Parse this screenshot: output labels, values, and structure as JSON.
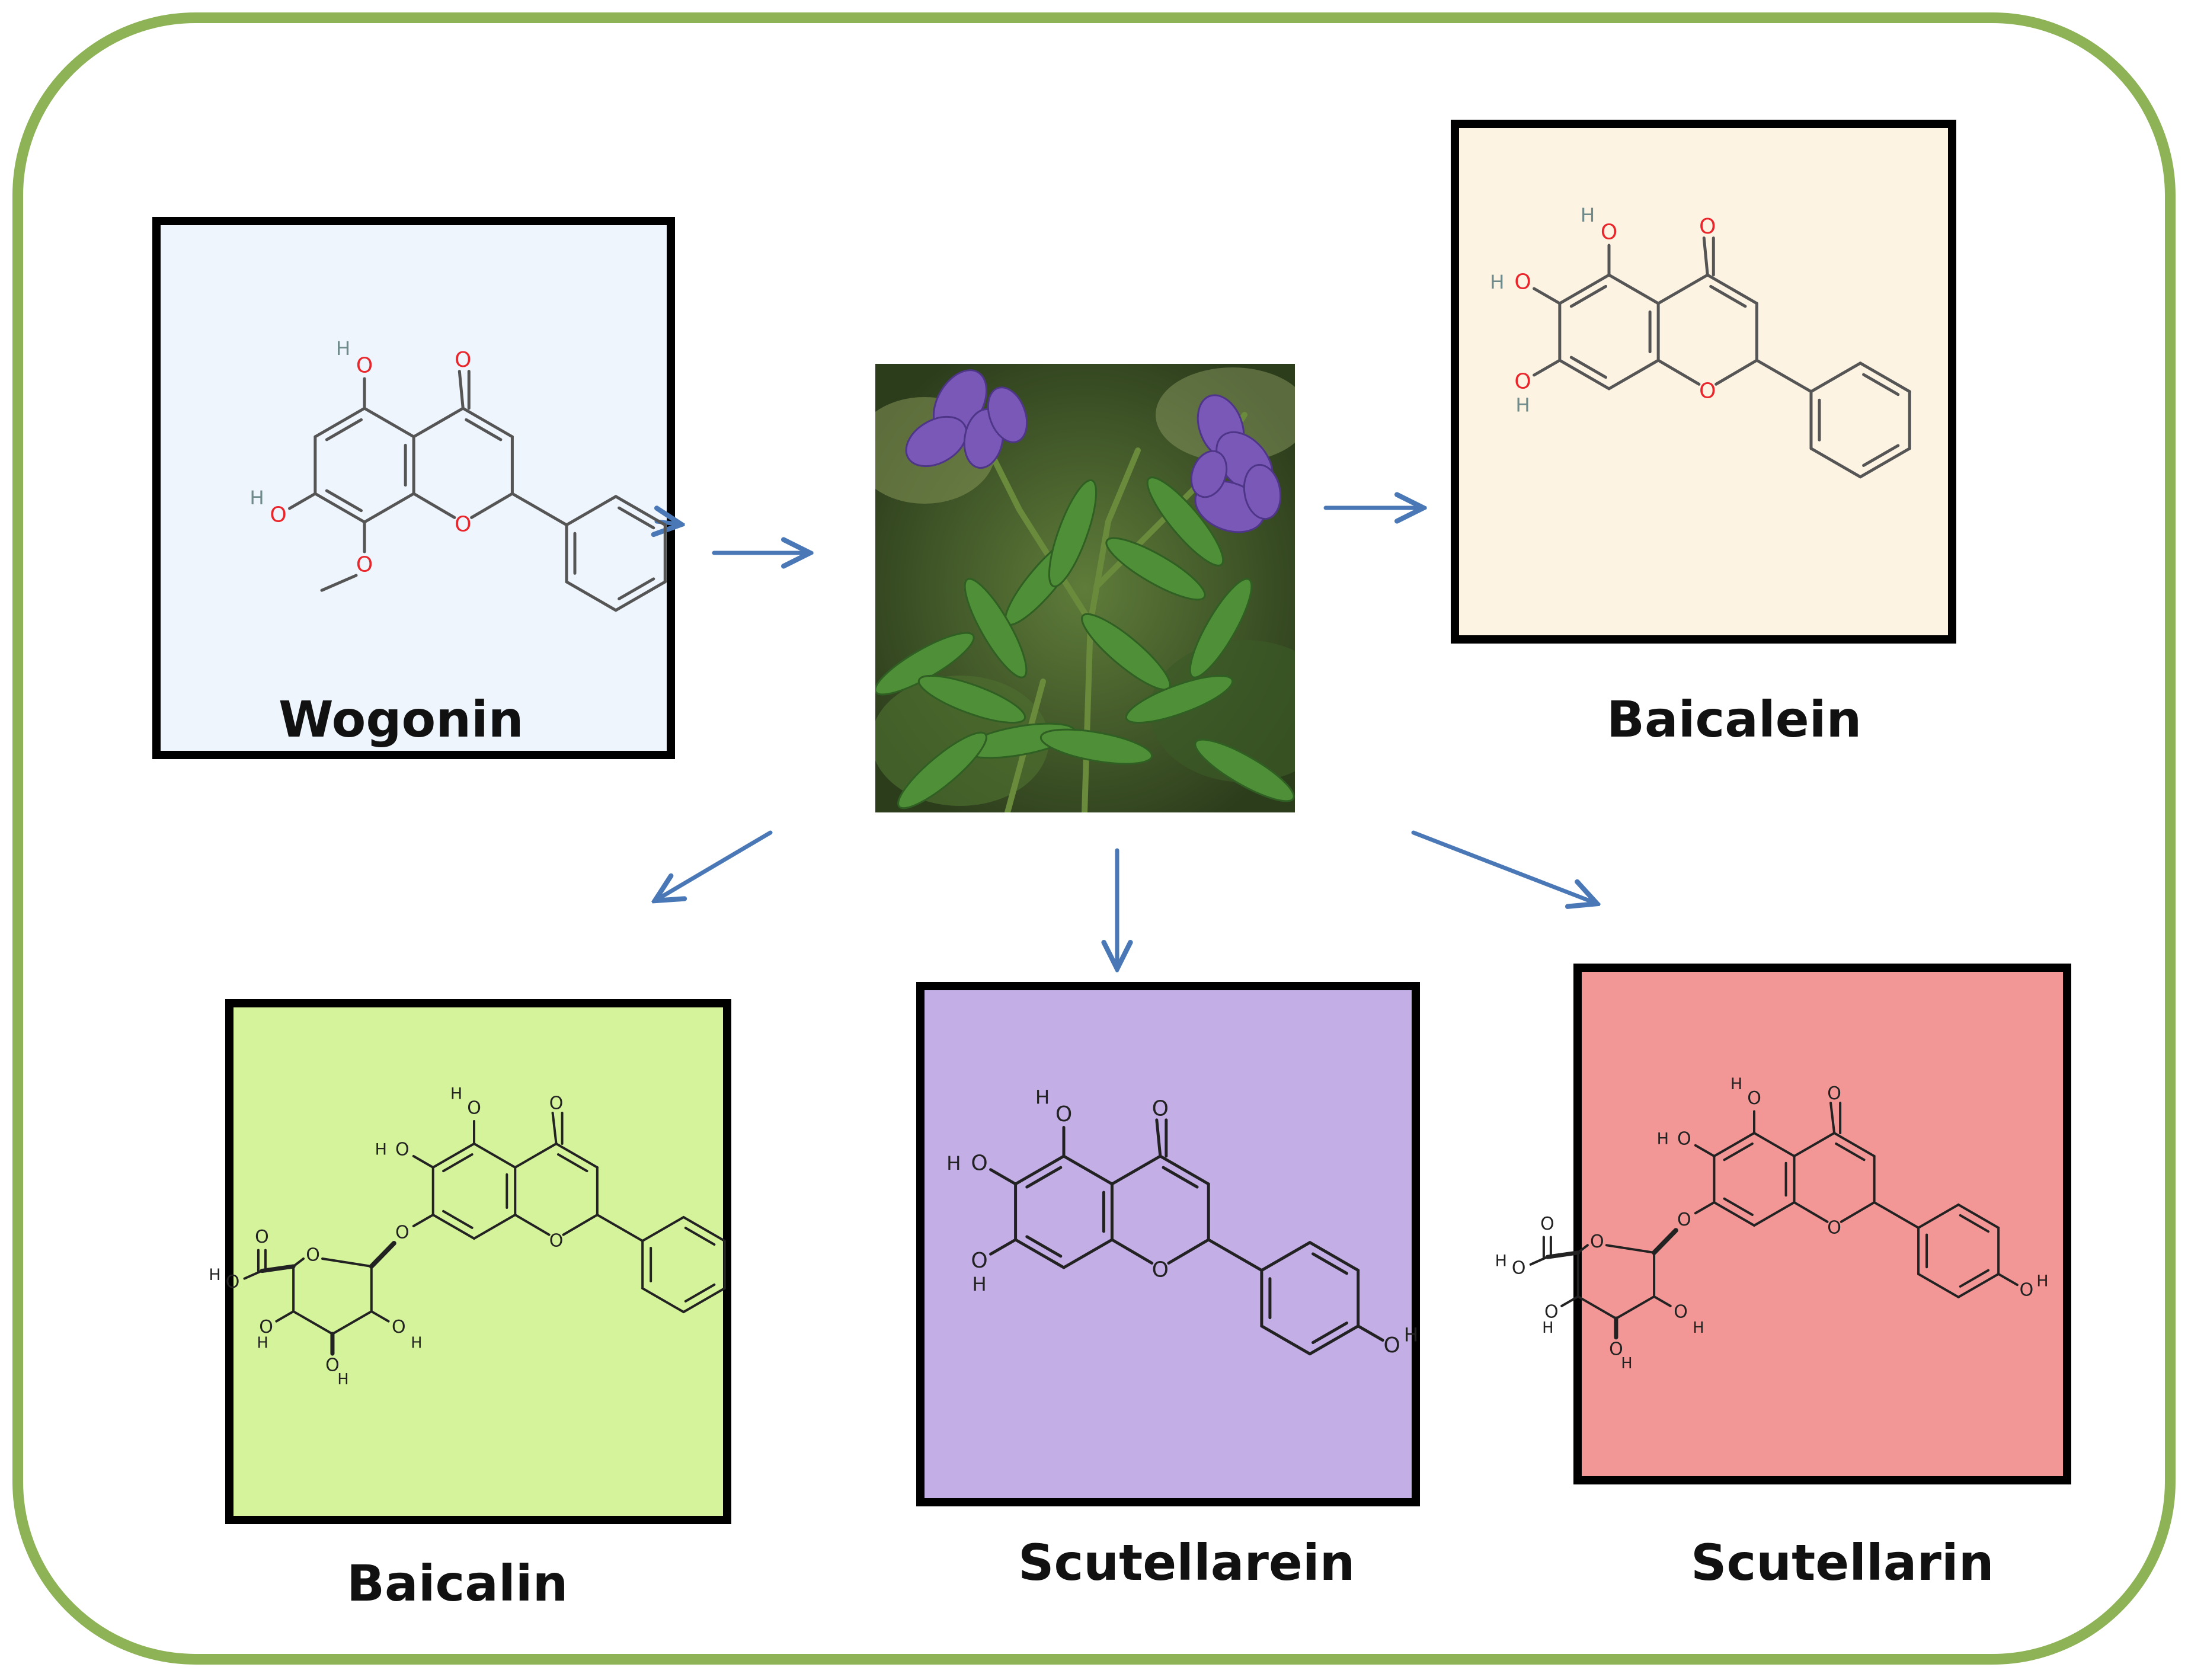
{
  "compounds": {
    "wogonin": {
      "name": "Wogonin",
      "background": "#eef5fd",
      "bond_color": "#555555"
    },
    "baicalein": {
      "name": "Baicalein",
      "background": "#fdf3e2",
      "bond_color": "#555555"
    },
    "baicalin": {
      "name": "Baicalin",
      "background": "#d5f39a",
      "bond_color": "#222222"
    },
    "scutellarein": {
      "name": "Scutellarein",
      "background": "#c3aee6",
      "bond_color": "#222222"
    },
    "scutellarin": {
      "name": "Scutellarin",
      "background": "#f29795",
      "bond_color": "#222222"
    }
  },
  "atoms": {
    "oxygen": "O",
    "hydrogen": "H"
  },
  "colors": {
    "frame": "#8db356",
    "arrow": "#4a78b6",
    "oxygen_red": "#e8262b",
    "hydrogen_gray": "#6f8a8a",
    "panel_border": "#000000"
  },
  "plant_photo": {
    "subject": "Scutellaria baicalensis plant with purple flowers"
  }
}
